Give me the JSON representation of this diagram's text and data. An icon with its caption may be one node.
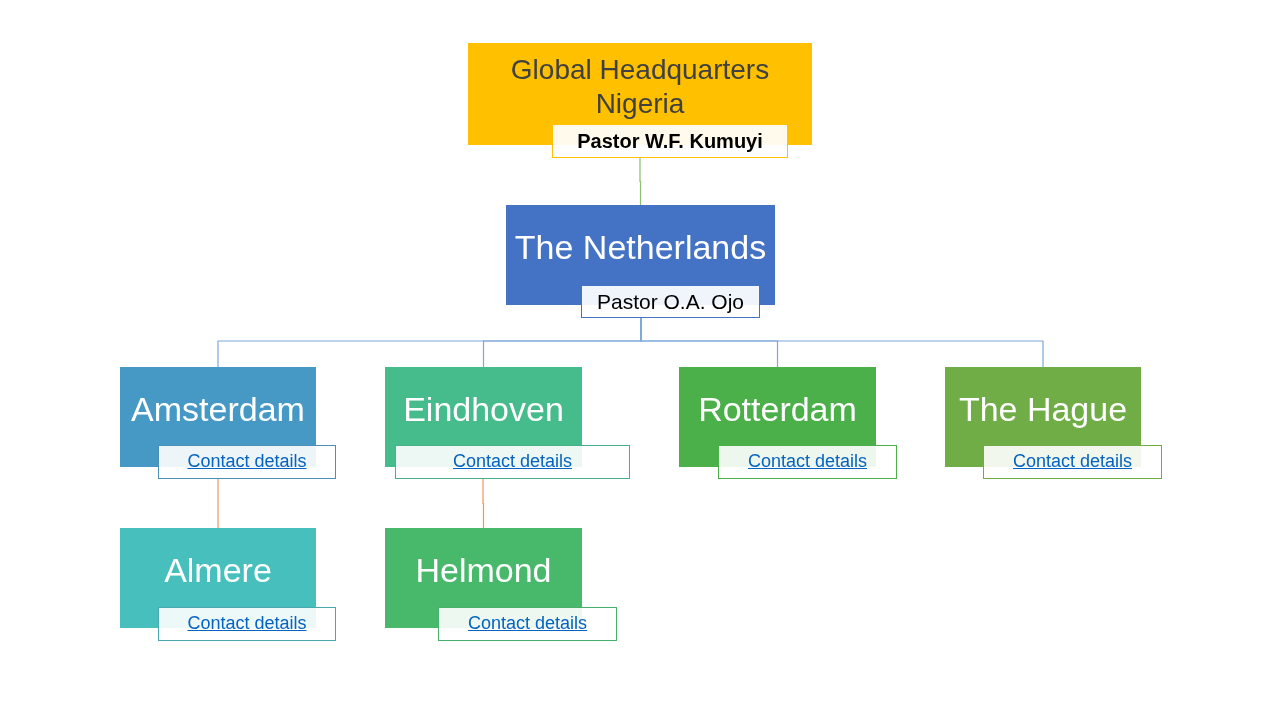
{
  "diagram": {
    "nodes": [
      {
        "text": [
          "Global Headquarters Nigeria"
        ]
      },
      {
        "text": [
          "Pastor W.F. Kumuyi"
        ]
      },
      {
        "text": [
          "The Netherlands"
        ]
      },
      {
        "text": [
          "Pastor O.A. Ojo"
        ]
      },
      {
        "text": [
          "Amsterdam"
        ]
      },
      {
        "text": [
          "Contact details"
        ]
      },
      {
        "text": [
          "Eindhoven"
        ]
      },
      {
        "text": [
          "Contact details"
        ]
      },
      {
        "text": [
          "Rotterdam"
        ]
      },
      {
        "text": [
          "Contact details"
        ]
      },
      {
        "text": [
          "The Hague"
        ]
      },
      {
        "text": [
          "Contact details"
        ]
      },
      {
        "text": [
          "Almere"
        ]
      },
      {
        "text": [
          "Contact details"
        ]
      },
      {
        "text": [
          "Helmond"
        ]
      },
      {
        "text": [
          "Contact details"
        ]
      }
    ],
    "edges": [
      {
        "from": 1,
        "to": 2,
        "arrow": "none",
        "color": "#8cbf6e"
      },
      {
        "from": 3,
        "to": 4,
        "arrow": "none"
      },
      {
        "from": 3,
        "to": 6,
        "arrow": "none"
      },
      {
        "from": 3,
        "to": 8,
        "arrow": "none"
      },
      {
        "from": 3,
        "to": 10,
        "arrow": "none"
      },
      {
        "from": 5,
        "to": 12,
        "arrow": "none",
        "color": "#f0975e"
      },
      {
        "from": 7,
        "to": 14,
        "arrow": "none",
        "color": "#f0975e"
      }
    ]
  }
}
